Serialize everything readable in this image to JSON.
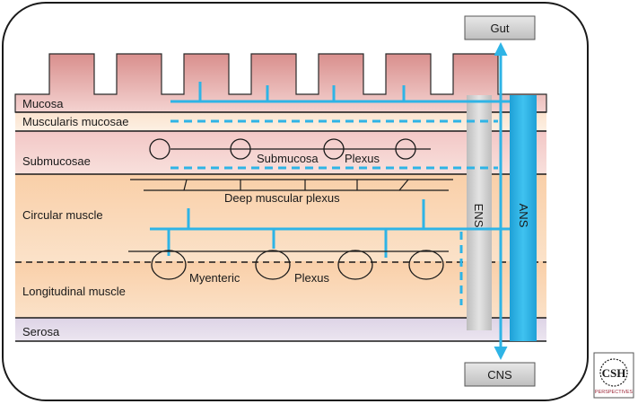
{
  "layers": [
    {
      "label": "Mucosa"
    },
    {
      "label": "Muscularis mucosae"
    },
    {
      "label": "Submucosae"
    },
    {
      "label": "Circular muscle"
    },
    {
      "label": "Longitudinal muscle"
    },
    {
      "label": "Serosa"
    }
  ],
  "plexus_labels": {
    "submucosa_1": "Submucosa",
    "submucosa_2": "Plexus",
    "deep": "Deep muscular plexus",
    "myenteric_1": "Myenteric",
    "myenteric_2": "Plexus"
  },
  "buttons": {
    "gut": "Gut",
    "cns": "CNS"
  },
  "bars": {
    "ens": "ENS",
    "ans": "ANS"
  },
  "logo": {
    "main": "CSH",
    "sub": "PERSPECTIVES"
  },
  "colors": {
    "nerve": "#2eb4e6",
    "ens_bar": "#d3d3d3",
    "ans_bar": "#2eb4e6",
    "mucosa": "#e8b4b2",
    "muscle": "#f6c9a2",
    "serosa": "#d9d0e2"
  }
}
